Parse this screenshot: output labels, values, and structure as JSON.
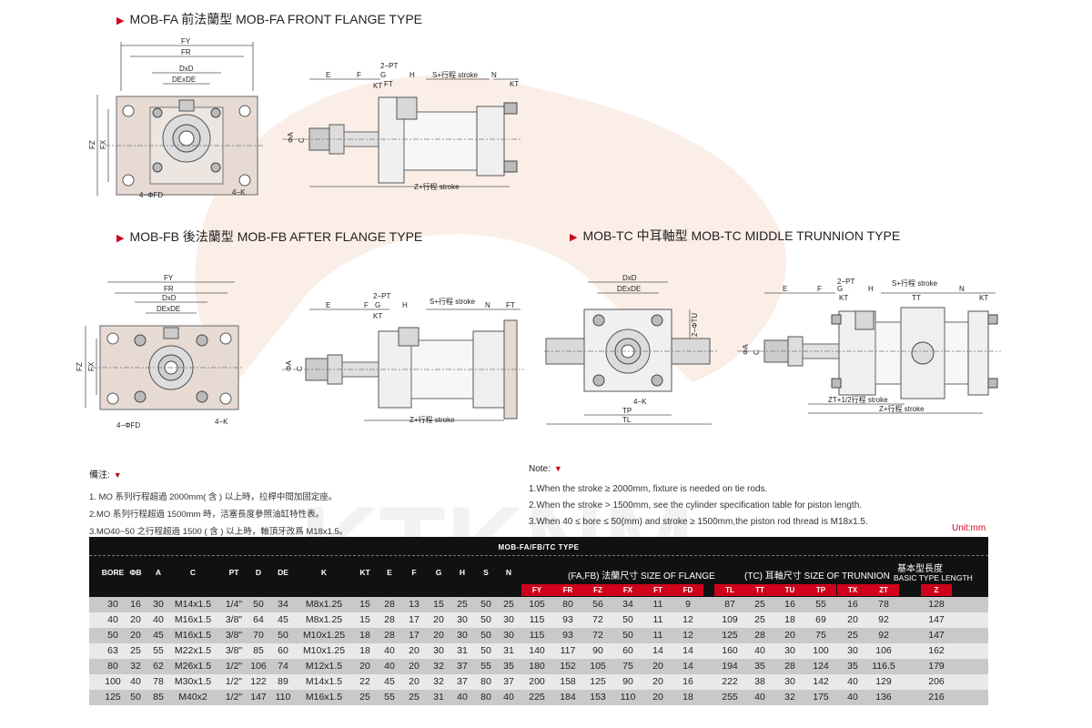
{
  "titles": {
    "fa": "MOB-FA 前法蘭型 MOB-FA FRONT FLANGE TYPE",
    "fb": "MOB-FB 後法蘭型 MOB-FB AFTER FLANGE TYPE",
    "tc": "MOB-TC 中耳軸型 MOB-TC MIDDLE TRUNNION TYPE"
  },
  "labels": {
    "fy": "FY",
    "fr": "FR",
    "dxd": "DxD",
    "dexde": "DExDE",
    "fz": "FZ",
    "fx": "FX",
    "fd4": "4−ΦFD",
    "k4": "4−K",
    "e": "E",
    "f": "F",
    "g": "G",
    "h": "H",
    "kt": "KT",
    "ft": "FT",
    "pt2": "2−PT",
    "sstroke": "S+行程 stroke",
    "n": "N",
    "phia": "ΦA",
    "c": "C",
    "phib": "ΦB",
    "zstroke": "Z+行程 stroke",
    "tt": "TT",
    "tu": "2−ΦTU",
    "tp": "TP",
    "tl": "TL",
    "zthalf": "ZT+1/2行程 stroke"
  },
  "notes_cn": {
    "head": "備注:",
    "lines": [
      "1. MO 系列行程超過 2000mm( 含 ) 以上時，拉桿中間加固定座。",
      "2.MO 系列行程超過 1500mm 時，活塞長度參照油缸特性表。",
      "3.MO40~50 之行程超過 1500 ( 含 ) 以上時，軸頂牙改爲 M18x1.5。"
    ]
  },
  "notes_en": {
    "head": "Note:",
    "lines": [
      "1.When the stroke ≥ 2000mm, fixture is needed on tie rods.",
      "2.When the stroke > 1500mm, see the cylinder specification table for piston length.",
      "3.When 40 ≤ bore ≤ 50(mm) and stroke ≥ 1500mm,the piston rod thread is M18x1.5."
    ]
  },
  "unit": "Unit:mm",
  "table": {
    "caption": "MOB-FA/FB/TC  TYPE",
    "headers": [
      "BORE",
      "ΦB",
      "A",
      "C",
      "PT",
      "D",
      "DE",
      "K",
      "KT",
      "E",
      "F",
      "G",
      "H",
      "S",
      "N"
    ],
    "group_fa": "(FA,FB) 法蘭尺寸  SIZE OF FLANGE",
    "group_tc": "(TC) 耳軸尺寸  SIZE OF TRUNNION",
    "group_basic_1": "基本型長度",
    "group_basic_2": "BASIC TYPE LENGTH",
    "sub_headers": [
      "FY",
      "FR",
      "FZ",
      "FX",
      "FT",
      "FD",
      "TL",
      "TT",
      "TU",
      "TP",
      "TX",
      "ZT",
      "Z"
    ],
    "rows": [
      [
        "30",
        "16",
        "30",
        "M14x1.5",
        "1/4\"",
        "50",
        "34",
        "M8x1.25",
        "15",
        "28",
        "13",
        "15",
        "25",
        "50",
        "25",
        "105",
        "80",
        "56",
        "34",
        "11",
        "9",
        "87",
        "25",
        "16",
        "55",
        "16",
        "78",
        "128"
      ],
      [
        "40",
        "20",
        "40",
        "M16x1.5",
        "3/8\"",
        "64",
        "45",
        "M8x1.25",
        "15",
        "28",
        "17",
        "20",
        "30",
        "50",
        "30",
        "115",
        "93",
        "72",
        "50",
        "11",
        "12",
        "109",
        "25",
        "18",
        "69",
        "20",
        "92",
        "147"
      ],
      [
        "50",
        "20",
        "45",
        "M16x1.5",
        "3/8\"",
        "70",
        "50",
        "M10x1.25",
        "18",
        "28",
        "17",
        "20",
        "30",
        "50",
        "30",
        "115",
        "93",
        "72",
        "50",
        "11",
        "12",
        "125",
        "28",
        "20",
        "75",
        "25",
        "92",
        "147"
      ],
      [
        "63",
        "25",
        "55",
        "M22x1.5",
        "3/8\"",
        "85",
        "60",
        "M10x1.25",
        "18",
        "40",
        "20",
        "30",
        "31",
        "50",
        "31",
        "140",
        "117",
        "90",
        "60",
        "14",
        "14",
        "160",
        "40",
        "30",
        "100",
        "30",
        "106",
        "162"
      ],
      [
        "80",
        "32",
        "62",
        "M26x1.5",
        "1/2\"",
        "106",
        "74",
        "M12x1.5",
        "20",
        "40",
        "20",
        "32",
        "37",
        "55",
        "35",
        "180",
        "152",
        "105",
        "75",
        "20",
        "14",
        "194",
        "35",
        "28",
        "124",
        "35",
        "116.5",
        "179"
      ],
      [
        "100",
        "40",
        "78",
        "M30x1.5",
        "1/2\"",
        "122",
        "89",
        "M14x1.5",
        "22",
        "45",
        "20",
        "32",
        "37",
        "80",
        "37",
        "200",
        "158",
        "125",
        "90",
        "20",
        "16",
        "222",
        "38",
        "30",
        "142",
        "40",
        "129",
        "206"
      ],
      [
        "125",
        "50",
        "85",
        "M40x2",
        "1/2\"",
        "147",
        "110",
        "M16x1.5",
        "25",
        "55",
        "25",
        "31",
        "40",
        "80",
        "40",
        "225",
        "184",
        "153",
        "110",
        "20",
        "18",
        "255",
        "40",
        "32",
        "175",
        "40",
        "136",
        "216"
      ]
    ]
  },
  "colors": {
    "accent": "#d0021b",
    "header_bg": "#111111",
    "row_dark": "#c9c9c9",
    "row_light": "#e9e9e9"
  }
}
